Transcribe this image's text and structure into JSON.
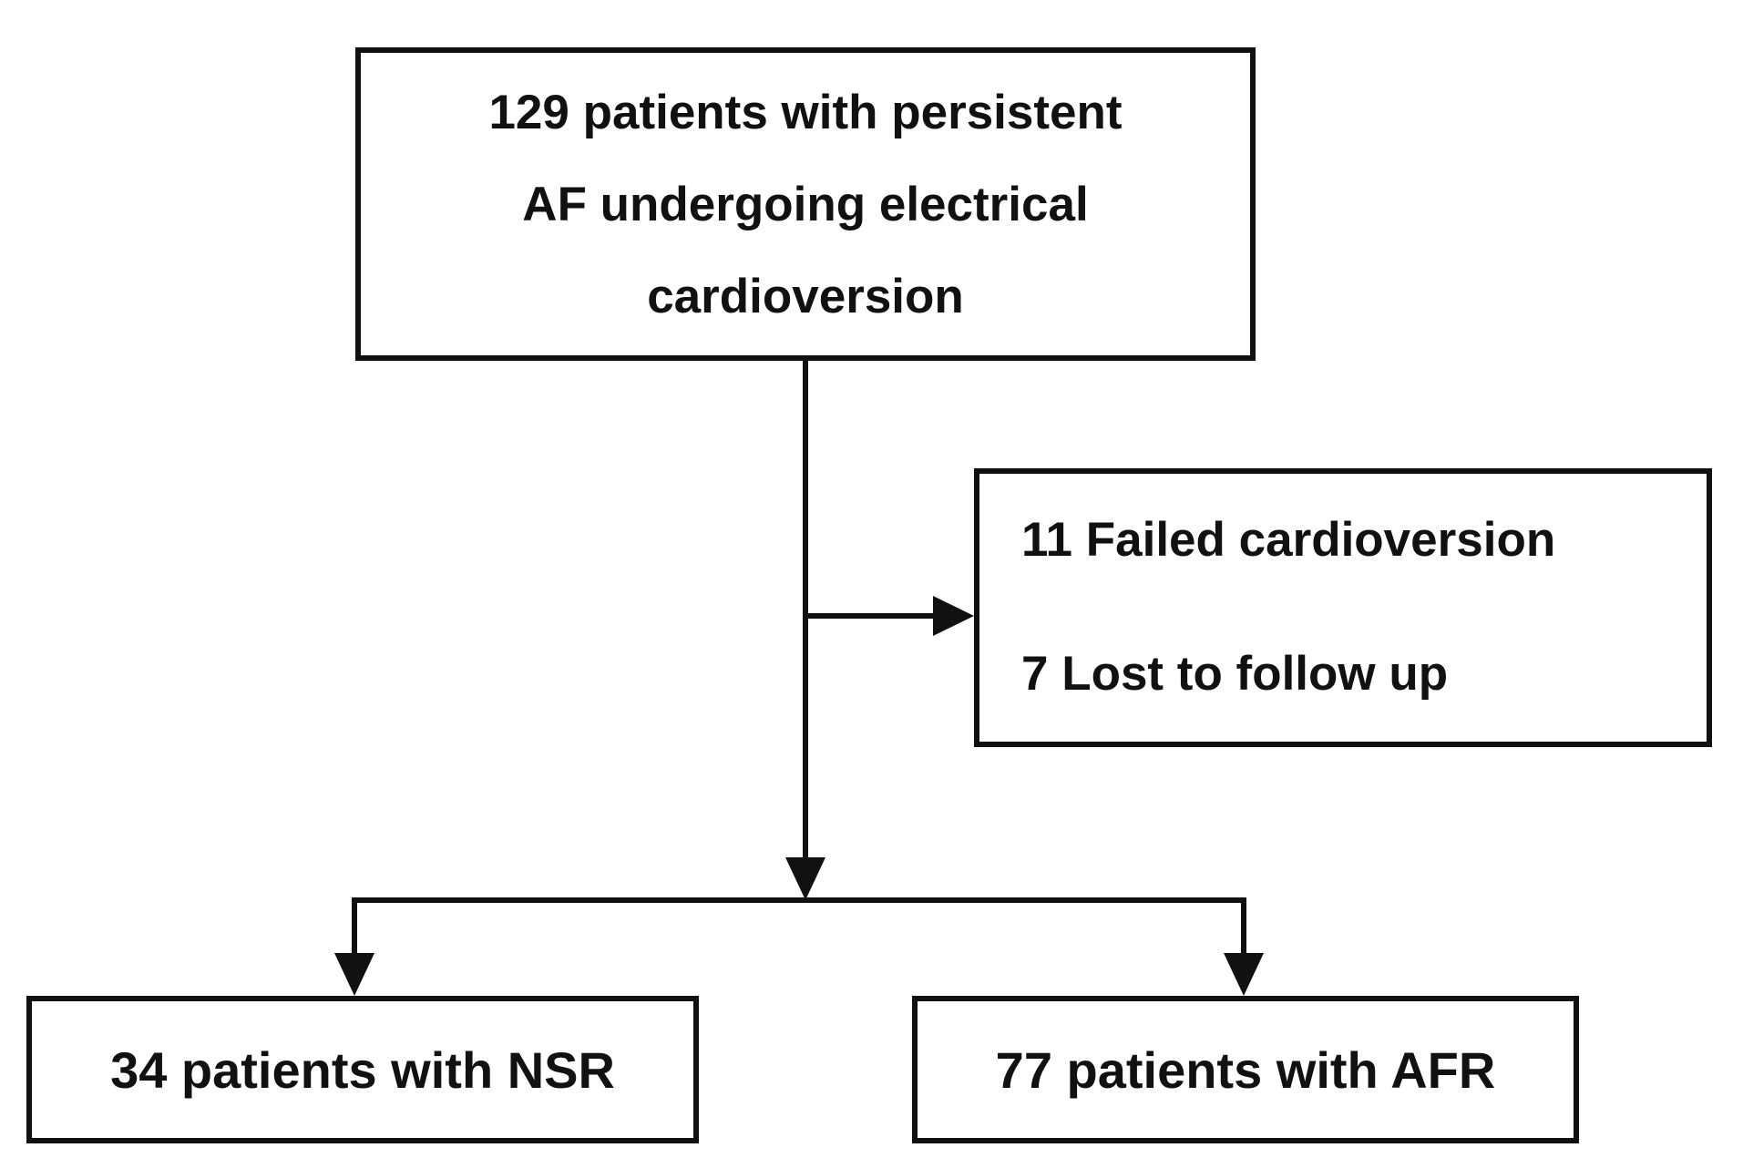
{
  "diagram": {
    "type": "patient-flow-chart",
    "colors": {
      "ink": "#111111",
      "background": "#ffffff"
    },
    "nodes": {
      "enrollment": {
        "line1": "129 patients with persistent",
        "line2": "AF undergoing electrical",
        "line3": "cardioversion"
      },
      "exclusions": {
        "line1": "11 Failed cardioversion",
        "line2": "7 Lost to follow up"
      },
      "nsr": {
        "label": "34 patients with NSR"
      },
      "afr": {
        "label": "77 patients with AFR"
      }
    }
  }
}
